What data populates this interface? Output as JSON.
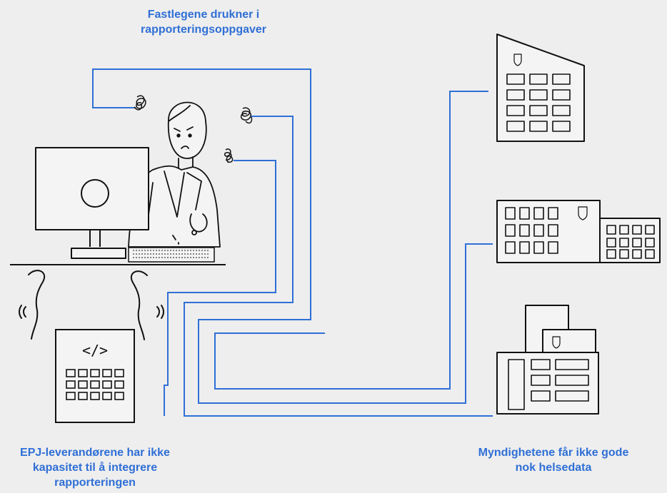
{
  "captions": {
    "doctors": "Fastlegene drukner i rapporteringsoppgaver",
    "vendors": "EPJ-leverandørene har ikke kapasitet til å integrere rapporteringen",
    "authorities": "Myndighetene får ikke gode nok helsedata"
  },
  "colors": {
    "connector": "#2f6fd6",
    "sketch": "#111111",
    "background": "#eeeeee"
  },
  "icons": {
    "code_symbol": "</>",
    "doctor": "stressed-doctor-icon",
    "computer": "computer-icon",
    "keyboard": "keyboard-icon",
    "ehr_system": "ehr-system-icon",
    "authority_1": "government-building-icon",
    "authority_2": "government-office-icon",
    "authority_3": "government-complex-icon",
    "coat_of_arms": "coat-of-arms-icon"
  }
}
